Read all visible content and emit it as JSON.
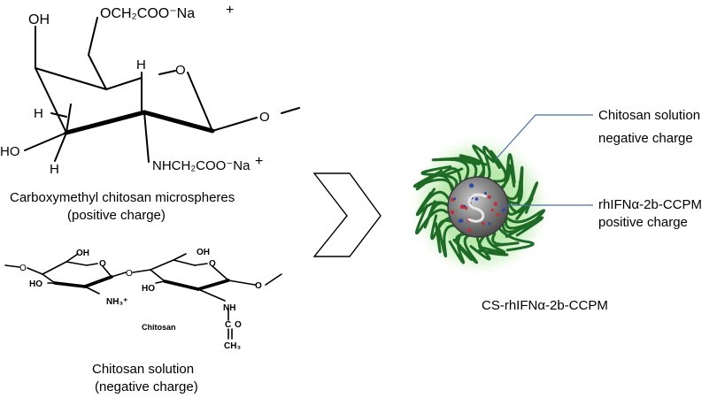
{
  "top_structure": {
    "label_oh": "OH",
    "label_substituent": "OCH₂COO⁻Na",
    "label_plus_top": "+",
    "label_h_top": "H",
    "label_o_ring": "O",
    "label_h_left": "H",
    "label_ho": "HO",
    "label_h_bottom": "H",
    "label_amine": "NHCH₂COO⁻Na",
    "label_plus_bottom": "+"
  },
  "caption_cmc": {
    "line1": "Carboxymethyl chitosan microspheres",
    "line2": "(positive charge)"
  },
  "bottom_structure": {
    "label_oh_1": "OH",
    "label_oh_2": "OH",
    "label_ho_1": "HO",
    "label_ho_2": "HO",
    "label_nh3": "NH₃⁺",
    "label_nh": "NH",
    "label_co_c": "C",
    "label_co_o": "O",
    "label_ch3": "CH₃",
    "label_name": "Chitosan"
  },
  "caption_chitosan": {
    "line1": "Chitosan solution",
    "line2": "(negative charge)"
  },
  "particle_labels": {
    "shell_line1": "Chitosan solution",
    "shell_line2": "negative charge",
    "core_line1": "rhIFNα-2b-CCPM",
    "core_line2": "positive charge",
    "product": "CS-rhIFNα-2b-CCPM"
  },
  "colors": {
    "shell_green": "#1e6b26",
    "glow_green": "#8fd47a",
    "core_gray": "#7d7d7d",
    "pointer_blue": "#4a6fa5",
    "core_red": "#c0303a",
    "core_blue": "#3346a8"
  }
}
